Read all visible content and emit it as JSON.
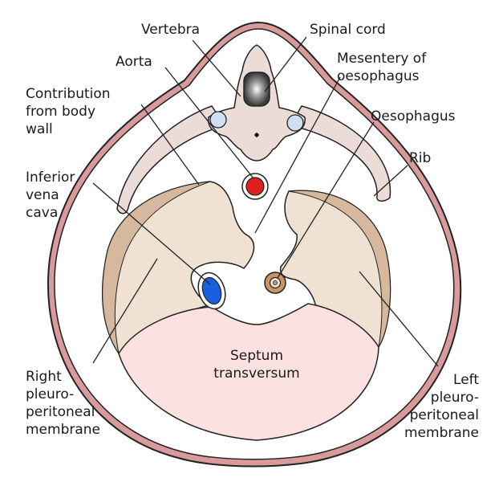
{
  "labels": {
    "vertebra": "Vertebra",
    "spinal_cord": "Spinal cord",
    "aorta": "Aorta",
    "mesentery": [
      "Mesentery of",
      "oesophagus"
    ],
    "body_wall": [
      "Contribution",
      "from body",
      "wall"
    ],
    "oesophagus": "Oesophagus",
    "rib": "Rib",
    "ivc": [
      "Inferior",
      "vena",
      "cava"
    ],
    "septum": [
      "Septum",
      "transversum"
    ],
    "right_membrane": [
      "Right",
      "pleuro-",
      "peritoneal",
      "membrane"
    ],
    "left_membrane": [
      "Left",
      "pleuro-",
      "peritoneal",
      "membrane"
    ]
  },
  "colors": {
    "outline": "#222222",
    "body_wall_pink": "#d89a9a",
    "vertebra_fill": "#ecdcd8",
    "vessel_aorta": "#e0201c",
    "vessel_ivc": "#1a5fe0",
    "oesophagus_fill": "#c99466",
    "septum_fill": "#fbe2e0",
    "membrane_fill": "#efe2d3",
    "membrane_rim": "#d6b89e",
    "ring_blue": "#cfe0f5"
  }
}
